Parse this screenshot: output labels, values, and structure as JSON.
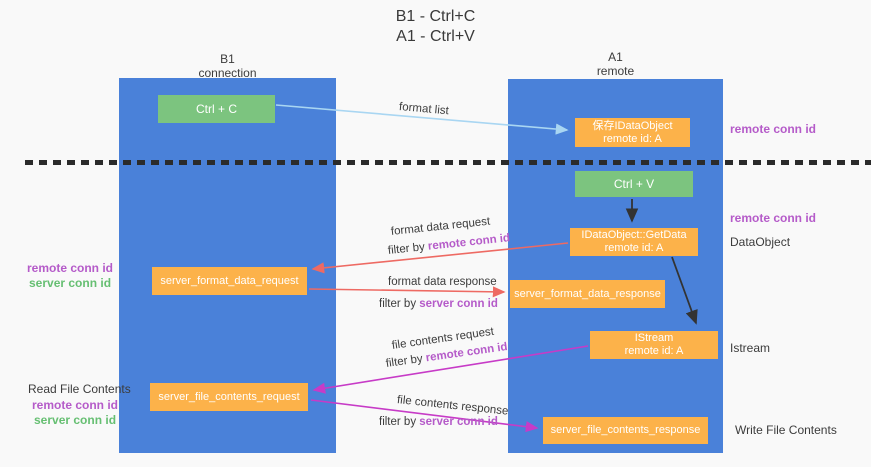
{
  "title": {
    "line1": "B1 - Ctrl+C",
    "line2": "A1 - Ctrl+V"
  },
  "lanes": {
    "left": {
      "name": "B1",
      "role": "connection"
    },
    "right": {
      "name": "A1",
      "role": "remote"
    }
  },
  "nodes": {
    "ctrl_c": {
      "label": "Ctrl + C"
    },
    "ctrl_v": {
      "label": "Ctrl + V"
    },
    "save_dataobject": {
      "line1": "保存IDataObject",
      "line2": "remote id: A"
    },
    "getdata": {
      "line1": "IDataObject::GetData",
      "line2": "remote id: A"
    },
    "istream": {
      "line1": "IStream",
      "line2": "remote id: A"
    },
    "server_format_data_request": {
      "label": "server_format_data_request"
    },
    "server_format_data_response": {
      "label": "server_format_data_response"
    },
    "server_file_contents_request": {
      "label": "server_file_contents_request"
    },
    "server_file_contents_response": {
      "label": "server_file_contents_response"
    }
  },
  "edges": {
    "format_list": {
      "label": "format list"
    },
    "format_data_request": {
      "label": "format data request",
      "filter_prefix": "filter by ",
      "filter_key": "remote conn id"
    },
    "format_data_response": {
      "label": "format data response",
      "filter_prefix": "filter by ",
      "filter_key": "server conn id"
    },
    "file_contents_request": {
      "label": "file contents request",
      "filter_prefix": "filter by ",
      "filter_key": "remote conn id"
    },
    "file_contents_response": {
      "label": "file contents response",
      "filter_prefix": "filter by ",
      "filter_key": "server conn id"
    }
  },
  "annotations": {
    "right": {
      "remote_conn_id_top": "remote conn id",
      "remote_conn_id_mid": "remote conn id",
      "dataobject": "DataObject",
      "istream": "Istream",
      "write_file_contents": "Write File Contents"
    },
    "left": {
      "remote_conn_id_format": "remote conn id",
      "server_conn_id_format": "server conn id",
      "read_file_contents": "Read File Contents",
      "remote_conn_id_file": "remote conn id",
      "server_conn_id_file": "server conn id"
    }
  },
  "colors": {
    "lane_blue": "#4a81d9",
    "node_orange": "#fcb24a",
    "node_green": "#7cc47f",
    "arrow_lightblue": "#a9d6f2",
    "arrow_red": "#ee6a63",
    "arrow_magenta": "#c73bc7",
    "arrow_black": "#333333",
    "text_purple": "#b55bc9",
    "text_green": "#66bf72",
    "background": "#f9f9f9"
  }
}
